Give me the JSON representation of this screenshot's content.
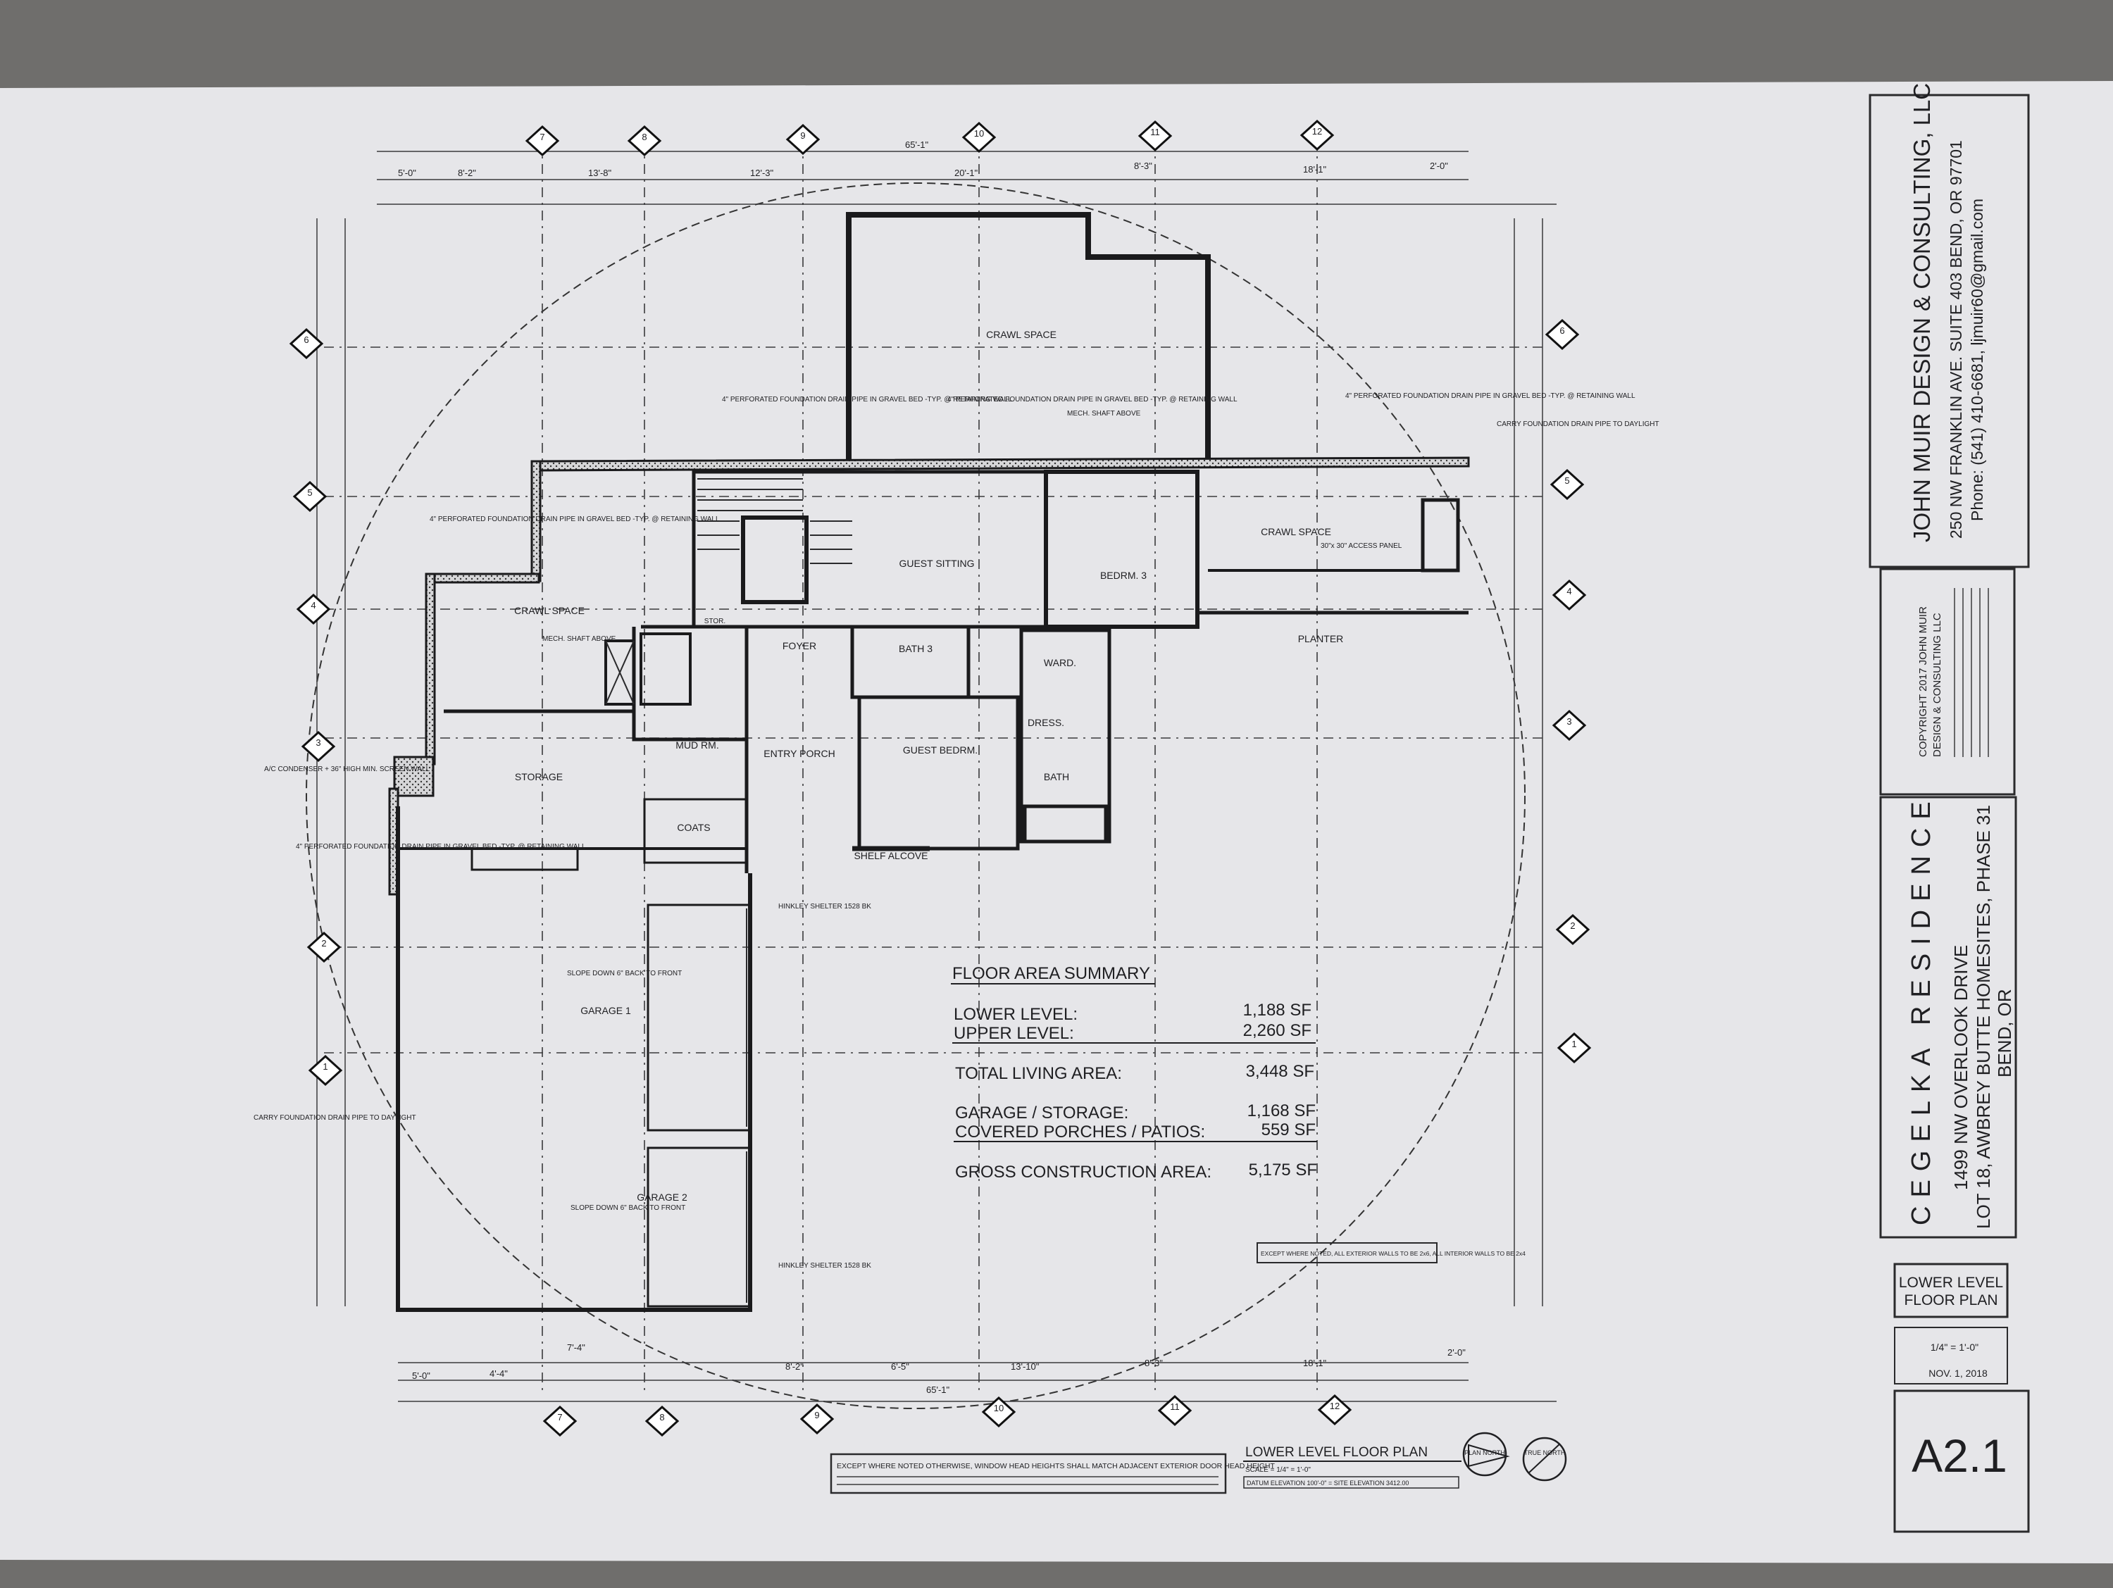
{
  "title_block": {
    "firm_name": "JOHN MUIR DESIGN & CONSULTING, LLC",
    "firm_address": "250 NW FRANKLIN AVE. SUITE 403 BEND, OR 97701",
    "firm_phone": "Phone: (541) 410-6681, ljmuir60@gmail.com",
    "copyright_1": "COPYRIGHT 2017 JOHN MUIR",
    "copyright_2": "DESIGN & CONSULTING LLC",
    "project_name": "CEGELKA RESIDENCE",
    "project_address": "1499 NW OVERLOOK DRIVE",
    "project_lot": "LOT 18, AWBREY BUTTE HOMESITES, PHASE 31",
    "project_city": "BEND, OR",
    "sheet_title_1": "LOWER LEVEL",
    "sheet_title_2": "FLOOR PLAN",
    "scale_value": "1/4\" = 1'-0\"",
    "date_value": "NOV. 1, 2018",
    "sheet_number": "A2.1"
  },
  "floor_area_summary": {
    "heading": "FLOOR AREA SUMMARY",
    "rows": [
      {
        "label": "LOWER LEVEL:",
        "value": "1,188 SF"
      },
      {
        "label": "UPPER LEVEL:",
        "value": "2,260 SF"
      },
      {
        "label": "TOTAL LIVING AREA:",
        "value": "3,448 SF"
      },
      {
        "label": "GARAGE / STORAGE:",
        "value": "1,168 SF"
      },
      {
        "label": "COVERED PORCHES / PATIOS:",
        "value": "559 SF"
      },
      {
        "label": "GROSS CONSTRUCTION AREA:",
        "value": "5,175 SF"
      }
    ]
  },
  "rooms": {
    "crawl_space_top": "CRAWL SPACE",
    "crawl_space_left": "CRAWL SPACE",
    "crawl_space_right": "CRAWL SPACE",
    "guest_sitting": "GUEST SITTING",
    "bedrm_3": "BEDRM. 3",
    "foyer": "FOYER",
    "bath_3": "BATH 3",
    "ward": "WARD.",
    "dress": "DRESS.",
    "bath": "BATH",
    "storage": "STORAGE",
    "mud_rm": "MUD RM.",
    "entry_porch": "ENTRY PORCH",
    "guest_bedrm": "GUEST BEDRM.",
    "coats": "COATS",
    "shelf_alcove": "SHELF ALCOVE",
    "garage_1": "GARAGE 1",
    "garage_2": "GARAGE 2",
    "planter": "PLANTER",
    "stor": "STOR."
  },
  "notes": {
    "drain_pipe": "4\" PERFORATED FOUNDATION DRAIN PIPE IN GRAVEL BED -TYP. @ RETAINING WALL",
    "carry_pipe": "CARRY FOUNDATION DRAIN PIPE TO DAYLIGHT",
    "mech_shaft": "MECH. SHAFT ABOVE",
    "access_panel": "30\"x 30\" ACCESS PANEL",
    "ac_condenser": "A/C CONDENSER + 36\" HIGH MIN. SCREEN WALL",
    "hinkley_shelter": "HINKLEY SHELTER 1528 BK",
    "slope_down": "SLOPE DOWN 6\" BACK TO FRONT",
    "exterior_walls": "EXCEPT WHERE NOTED, ALL EXTERIOR WALLS TO BE 2x6, ALL INTERIOR WALLS TO BE 2x4",
    "window_note": "EXCEPT WHERE NOTED OTHERWISE, WINDOW HEAD HEIGHTS SHALL MATCH ADJACENT EXTERIOR DOOR HEAD HEIGHT"
  },
  "plan_label": {
    "title": "LOWER LEVEL FLOOR PLAN",
    "scale": "SCALE = 1/4\" = 1'-0\"",
    "datum": "DATUM ELEVATION 100'-0\" = SITE ELEVATION 3412.00",
    "plan_north": "PLAN NORTH",
    "true_north": "TRUE NORTH"
  },
  "grid_tags": {
    "top": [
      "7",
      "8",
      "9",
      "10",
      "11",
      "12"
    ],
    "bottom": [
      "7",
      "8",
      "9",
      "10",
      "11",
      "12"
    ],
    "left": [
      "6",
      "5",
      "4",
      "3",
      "2",
      "1"
    ],
    "right": [
      "6",
      "5",
      "4",
      "3",
      "2",
      "1"
    ]
  },
  "dimensions": {
    "top": [
      "5'-0\"",
      "8'-2\"",
      "13'-8\"",
      "12'-3\"",
      "20'-1\"",
      "8'-3\"",
      "18'-1\"",
      "2'-0\"",
      "65'-1\""
    ],
    "bottom": [
      "5'-0\"",
      "4'-4\"",
      "7'-4\"",
      "8'-2\"",
      "6'-5\"",
      "13'-10\"",
      "8'-3\"",
      "18'-1\"",
      "2'-0\"",
      "65'-1\""
    ]
  }
}
